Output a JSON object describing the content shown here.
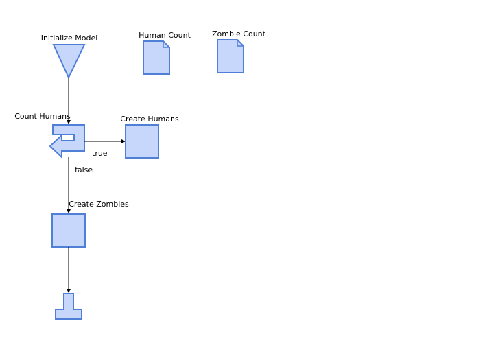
{
  "colors": {
    "node_fill": "#c6d7fb",
    "node_stroke": "#4f7fd7",
    "edge": "#000000",
    "background": "#ffffff"
  },
  "nodes": {
    "initialize_model": {
      "label": "Initialize Model",
      "shape": "triangle-down-icon"
    },
    "human_count": {
      "label": "Human Count",
      "shape": "document-icon"
    },
    "zombie_count": {
      "label": "Zombie Count",
      "shape": "document-icon"
    },
    "count_humans": {
      "label": "Count Humans",
      "shape": "loop-arrow-icon"
    },
    "create_humans": {
      "label": "Create Humans",
      "shape": "square"
    },
    "create_zombies": {
      "label": "Create Zombies",
      "shape": "square"
    },
    "end": {
      "label": "",
      "shape": "end-terminal-icon"
    }
  },
  "edges": {
    "true_label": "true",
    "false_label": "false"
  }
}
